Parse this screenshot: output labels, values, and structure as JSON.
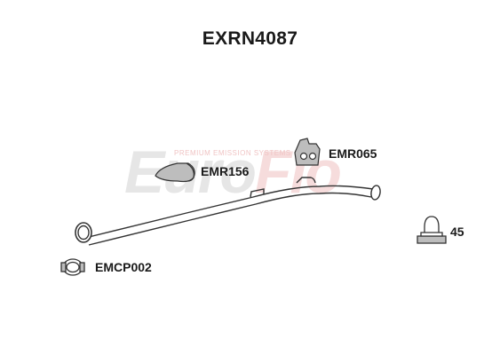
{
  "diagram": {
    "title": "EXRN4087",
    "watermark": {
      "brand_part1": "Euro",
      "brand_part2": "Flo",
      "tagline": "PREMIUM EMISSION SYSTEMS"
    },
    "parts": [
      {
        "code": "EMR156",
        "icon": "rubber-mount-icon"
      },
      {
        "code": "EMR065",
        "icon": "hanger-bracket-icon"
      },
      {
        "code": "45",
        "icon": "u-clamp-icon"
      },
      {
        "code": "EMCP002",
        "icon": "pipe-clamp-icon"
      }
    ],
    "colors": {
      "outline": "#333333",
      "part_fill": "#bdbdbd",
      "watermark_grey": "#e6e6e6",
      "watermark_red": "#f6dcdc"
    }
  }
}
